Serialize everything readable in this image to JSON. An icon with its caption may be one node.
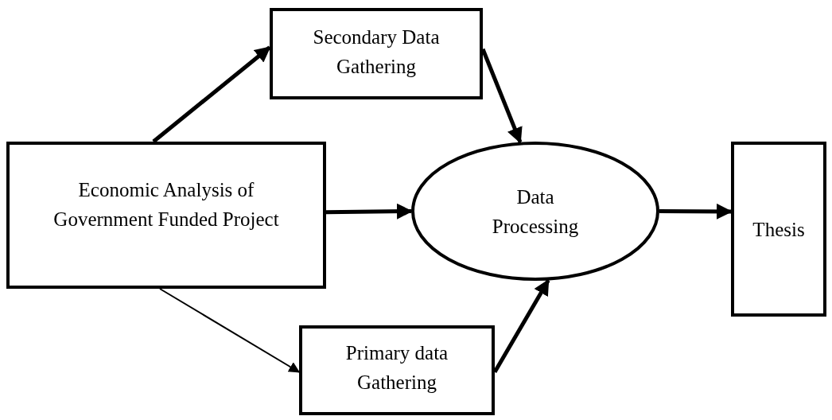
{
  "diagram": {
    "nodes": [
      {
        "text": [
          "Secondary Data Gathering"
        ]
      },
      {
        "text": [
          "Economic Analysis of Government Funded Project"
        ]
      },
      {
        "text": [
          "Data Processing"
        ]
      },
      {
        "text": [
          "Thesis"
        ]
      },
      {
        "text": [
          "Primary data Gathering"
        ]
      }
    ],
    "edges": [
      {
        "from": 1,
        "to": 0,
        "arrow": "to"
      },
      {
        "from": 0,
        "to": 2,
        "arrow": "to"
      },
      {
        "from": 1,
        "to": 2,
        "arrow": "to"
      },
      {
        "from": 1,
        "to": 4,
        "arrow": "to"
      },
      {
        "from": 4,
        "to": 2,
        "arrow": "to"
      },
      {
        "from": 2,
        "to": 3,
        "arrow": "to"
      }
    ]
  }
}
